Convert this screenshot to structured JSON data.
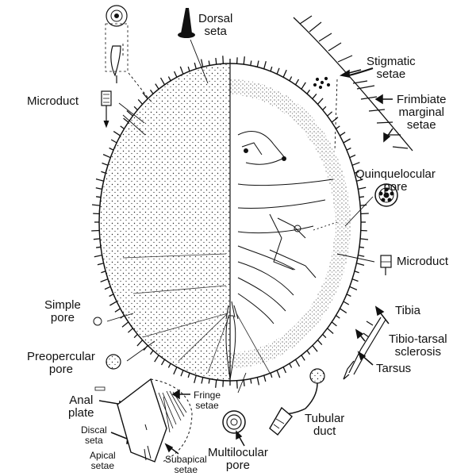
{
  "labels": {
    "dorsal_seta": "Dorsal\nseta",
    "stigmatic_setae": "Stigmatic\nsetae",
    "frimbiate_marginal_setae": "Frimbiate\nmarginal\nsetae",
    "quinquelocular_pore": "Quinquelocular\npore",
    "microduct_left": "Microduct",
    "microduct_right": "Microduct",
    "simple_pore": "Simple\npore",
    "preopercular_pore": "Preopercular\npore",
    "tibia": "Tibia",
    "tibio_tarsal_sclerosis": "Tibio-tarsal\nsclerosis",
    "tarsus": "Tarsus",
    "fringe_setae": "Fringe\nsetae",
    "anal_plate": "Anal\nplate",
    "discal_seta": "Discal\nseta",
    "apical_setae": "Apical\nsetae",
    "subapical_setae": "Subapical\nsetae",
    "multilocular_pore": "Multilocular\npore",
    "tubular_duct": "Tubular\nduct"
  },
  "icons": [
    "dorsal-seta-icon",
    "microduct-icon",
    "quinquelocular-pore-icon",
    "simple-pore-icon",
    "preopercular-pore-icon",
    "multilocular-pore-icon",
    "tubular-duct-icon",
    "anal-plate-icon",
    "leg-icon"
  ],
  "colors": {
    "ink": "#111111",
    "background": "#ffffff"
  }
}
